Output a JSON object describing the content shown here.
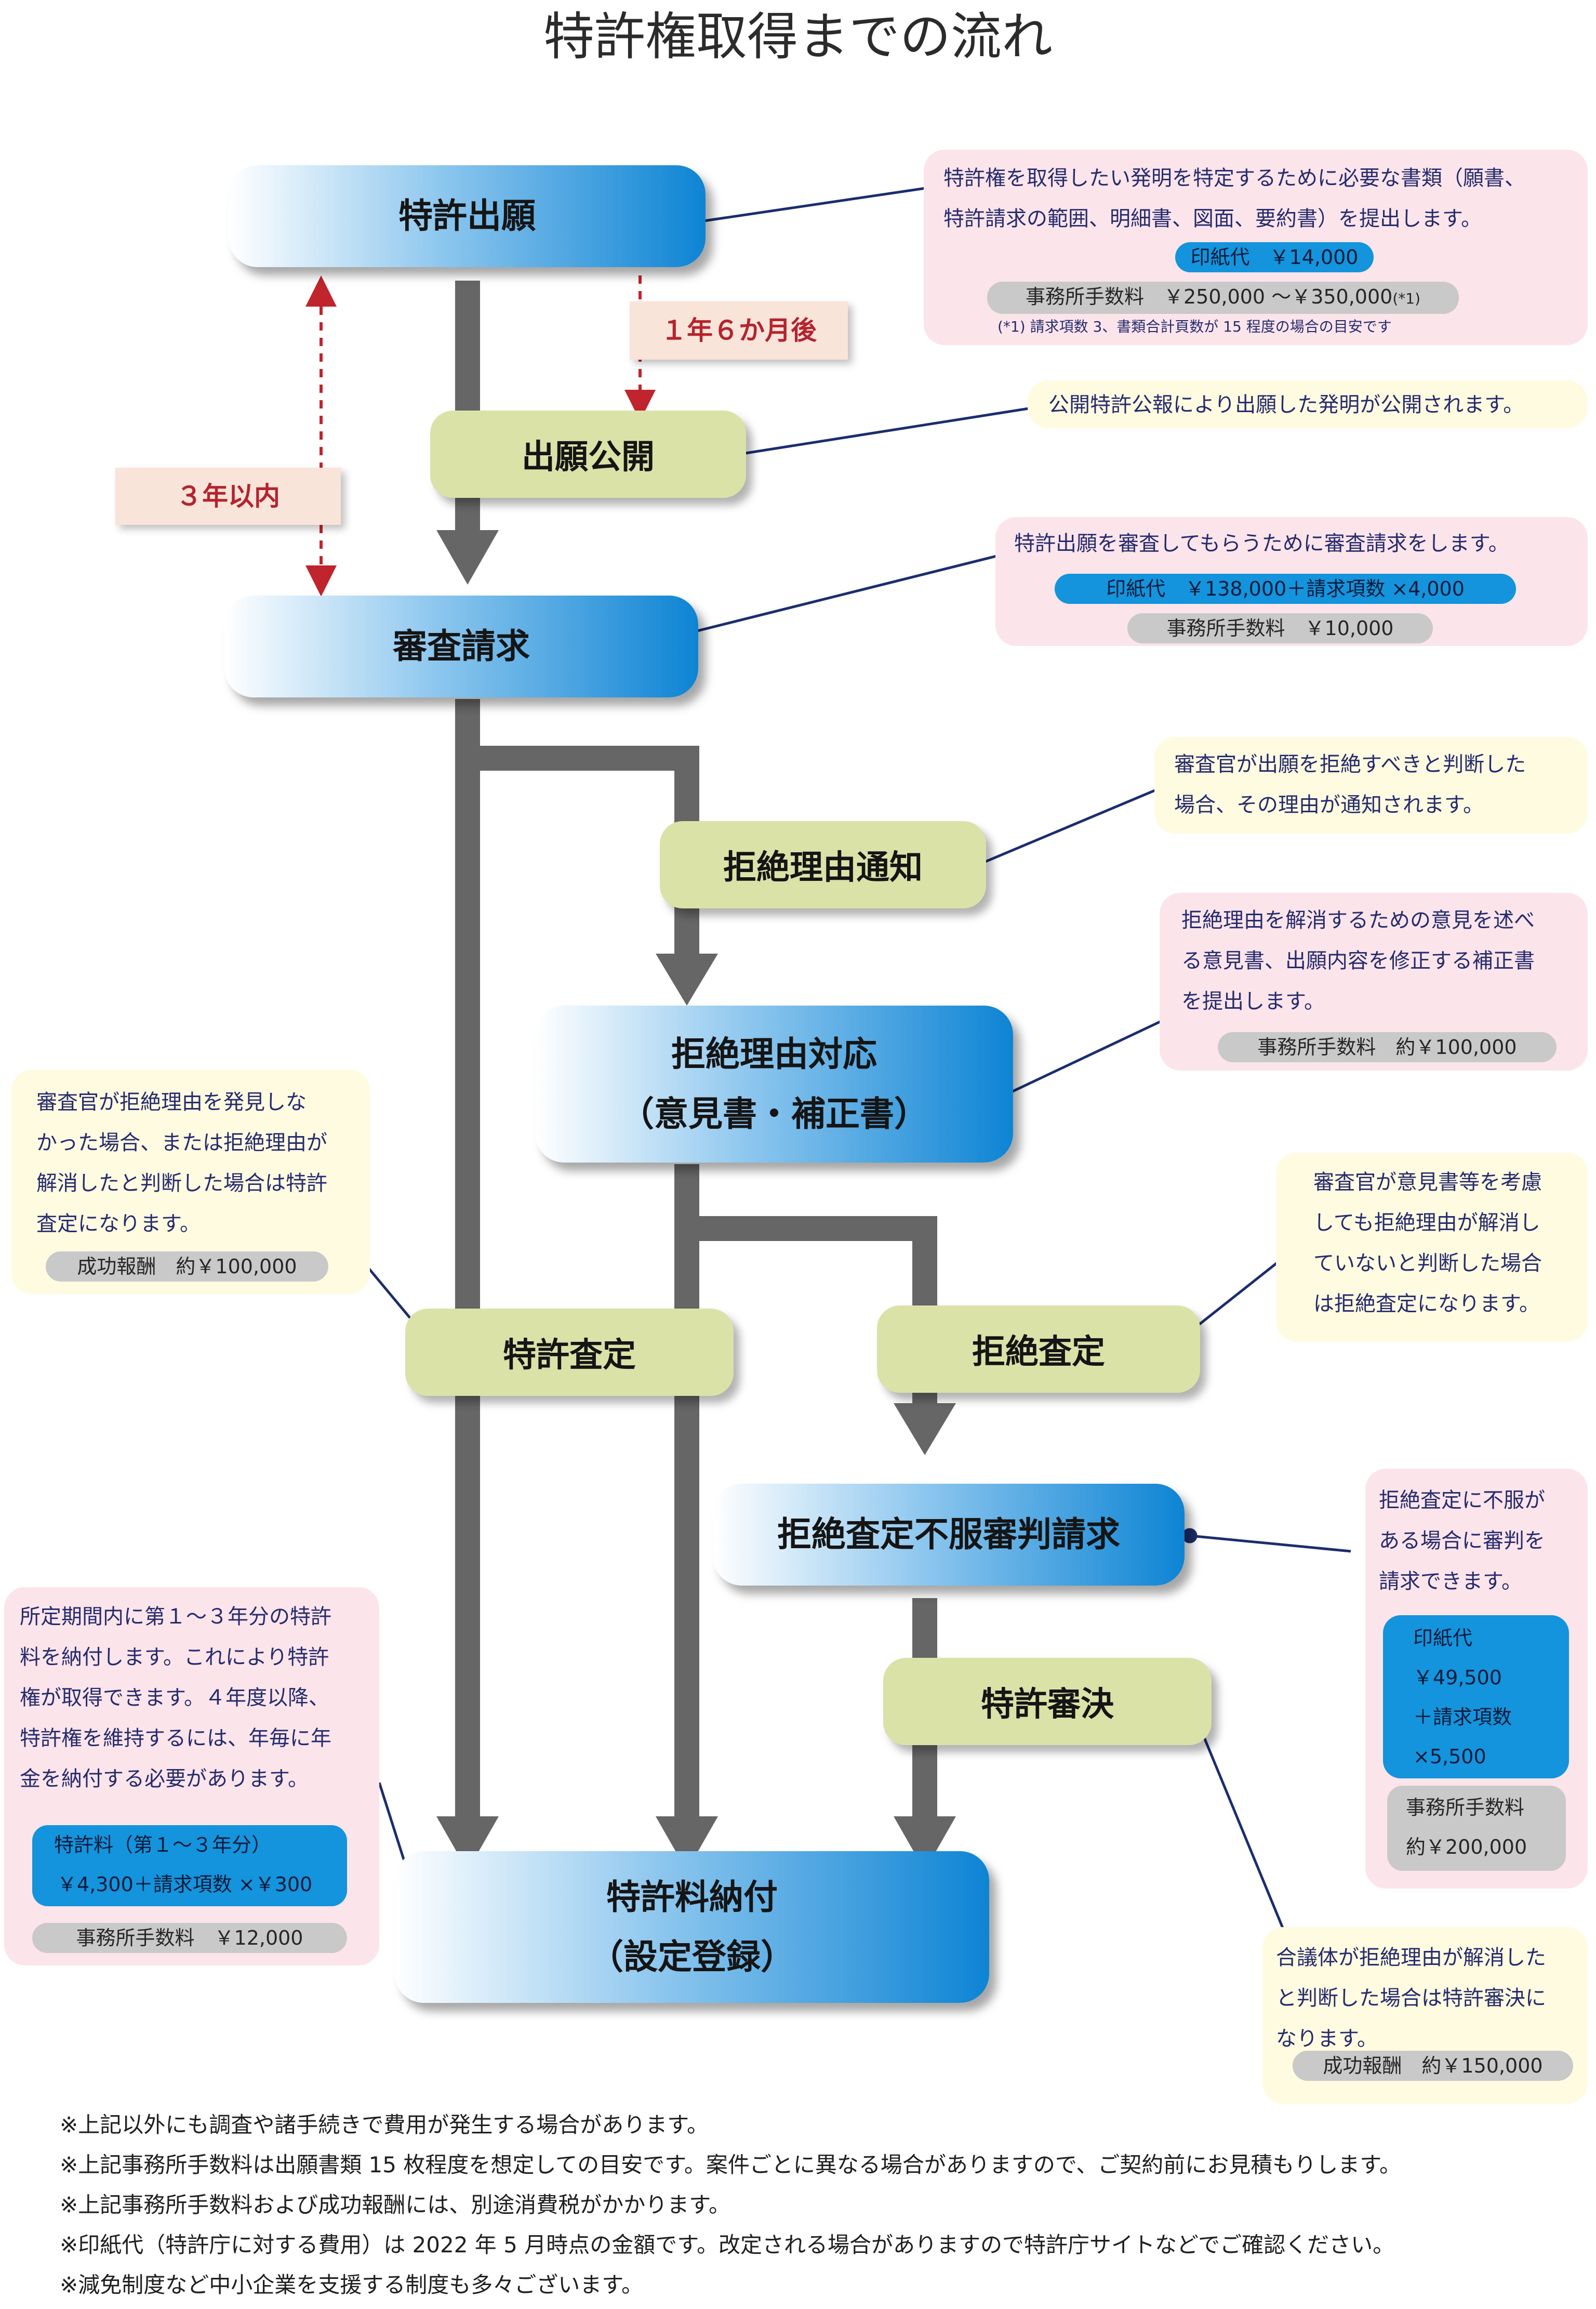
{
  "title": "特許権取得までの流れ",
  "nodes": {
    "application": "特許出願",
    "publication": "出願公開",
    "exam_request": "審査請求",
    "rejection_notice": "拒絶理由通知",
    "response_line1": "拒絶理由対応",
    "response_line2": "（意見書・補正書）",
    "patent_decision": "特許査定",
    "rejection_decision": "拒絶査定",
    "appeal": "拒絶査定不服審判請求",
    "trial_decision": "特許審決",
    "payment_line1": "特許料納付",
    "payment_line2": "（設定登録）"
  },
  "durations": {
    "one_year_six_months": "１年６か月後",
    "three_years": "３年以内"
  },
  "callouts": {
    "application": {
      "lines": [
        "特許権を取得したい発明を特定するために必要な書類（願書、",
        "特許請求の範囲、明細書、図面、要約書）を提出します。"
      ],
      "stamp": "印紙代　￥14,000",
      "fee": "事務所手数料　￥250,000 ～￥350,000",
      "fee_mark": "(*1)",
      "note": "(*1) 請求項数 3、書類合計頁数が 15 程度の場合の目安です"
    },
    "publication": {
      "text": "公開特許公報により出願した発明が公開されます。"
    },
    "exam_request": {
      "text": "特許出願を審査してもらうために審査請求をします。",
      "stamp": "印紙代　￥138,000＋請求項数 ×4,000",
      "fee": "事務所手数料　￥10,000"
    },
    "rejection_notice": {
      "lines": [
        "審査官が出願を拒絶すべきと判断した",
        "場合、その理由が通知されます。"
      ]
    },
    "response": {
      "lines": [
        "拒絶理由を解消するための意見を述べ",
        "る意見書、出願内容を修正する補正書",
        "を提出します。"
      ],
      "fee": "事務所手数料　約￥100,000"
    },
    "patent_decision": {
      "lines": [
        "審査官が拒絶理由を発見しな",
        "かった場合、または拒絶理由が",
        "解消したと判断した場合は特許",
        "査定になります。"
      ],
      "fee": "成功報酬　約￥100,000"
    },
    "rejection_decision": {
      "lines": [
        "審査官が意見書等を考慮",
        "しても拒絶理由が解消し",
        "ていないと判断した場合",
        "は拒絶査定になります。"
      ]
    },
    "appeal": {
      "lines": [
        "拒絶査定に不服が",
        "ある場合に審判を",
        "請求できます。"
      ],
      "stamp_lines": [
        "印紙代",
        "￥49,500",
        "＋請求項数",
        "×5,500"
      ],
      "fee_lines": [
        "事務所手数料",
        "約￥200,000"
      ]
    },
    "payment": {
      "lines": [
        "所定期間内に第１～３年分の特許",
        "料を納付します。これにより特許",
        "権が取得できます。４年度以降、",
        "特許権を維持するには、年毎に年",
        "金を納付する必要があります。"
      ],
      "stamp_lines": [
        "特許料（第１～３年分）",
        "￥4,300＋請求項数 ×￥300"
      ],
      "fee": "事務所手数料　￥12,000"
    },
    "trial_decision": {
      "lines": [
        "合議体が拒絶理由が解消した",
        "と判断した場合は特許審決に",
        "なります。"
      ],
      "fee": "成功報酬　約￥150,000"
    }
  },
  "footnotes": [
    "※上記以外にも調査や諸手続きで費用が発生する場合があります。",
    "※上記事務所手数料は出願書類 15 枚程度を想定しての目安です。案件ごとに異なる場合がありますので、ご契約前にお見積もりします。",
    "※上記事務所手数料および成功報酬には、別途消費税がかかります。",
    "※印紙代（特許庁に対する費用）は 2022 年 5 月時点の金額です。改定される場合がありますので特許庁サイトなどでご確認ください。",
    "※減免制度など中小企業を支援する制度も多々ございます。"
  ],
  "colors": {
    "flow_line": "#666666",
    "connector": "#1c2d6e",
    "dashed_arrow": "#c0242c"
  }
}
